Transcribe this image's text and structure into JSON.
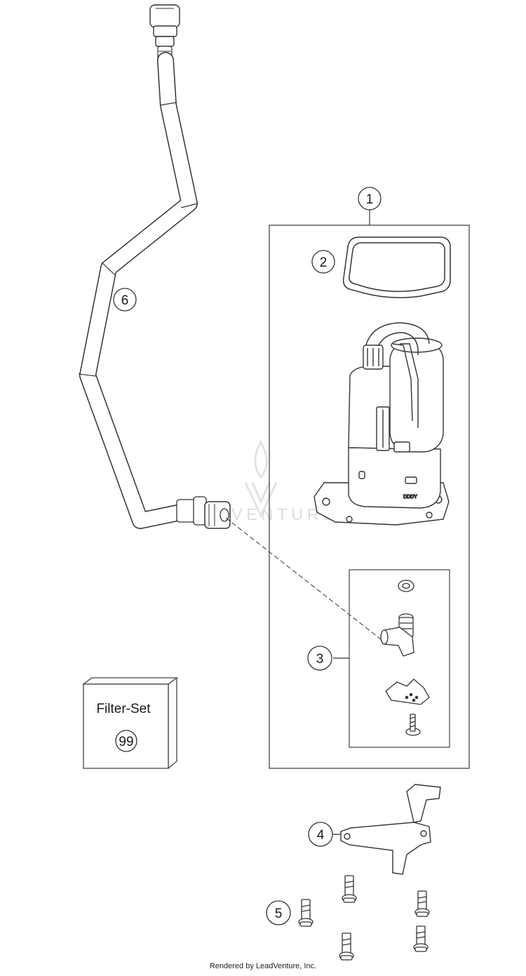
{
  "callouts": [
    {
      "number": "1",
      "part": "fuel-pump-assembly"
    },
    {
      "number": "2",
      "part": "pump-seal-gasket"
    },
    {
      "number": "3",
      "part": "filter-kit"
    },
    {
      "number": "4",
      "part": "bracket"
    },
    {
      "number": "5",
      "part": "bolts"
    },
    {
      "number": "6",
      "part": "fuel-hose"
    }
  ],
  "filter_set": {
    "title": "Filter-Set",
    "number": "99"
  },
  "pump_marking": "DDDY",
  "watermark": {
    "text": "LEADVENTURE",
    "icon": "flame-logo-icon"
  },
  "footer": "Rendered by LeadVenture, Inc.",
  "colors": {
    "line": "#333333",
    "watermark": "#dcdcdc",
    "background": "#ffffff"
  }
}
